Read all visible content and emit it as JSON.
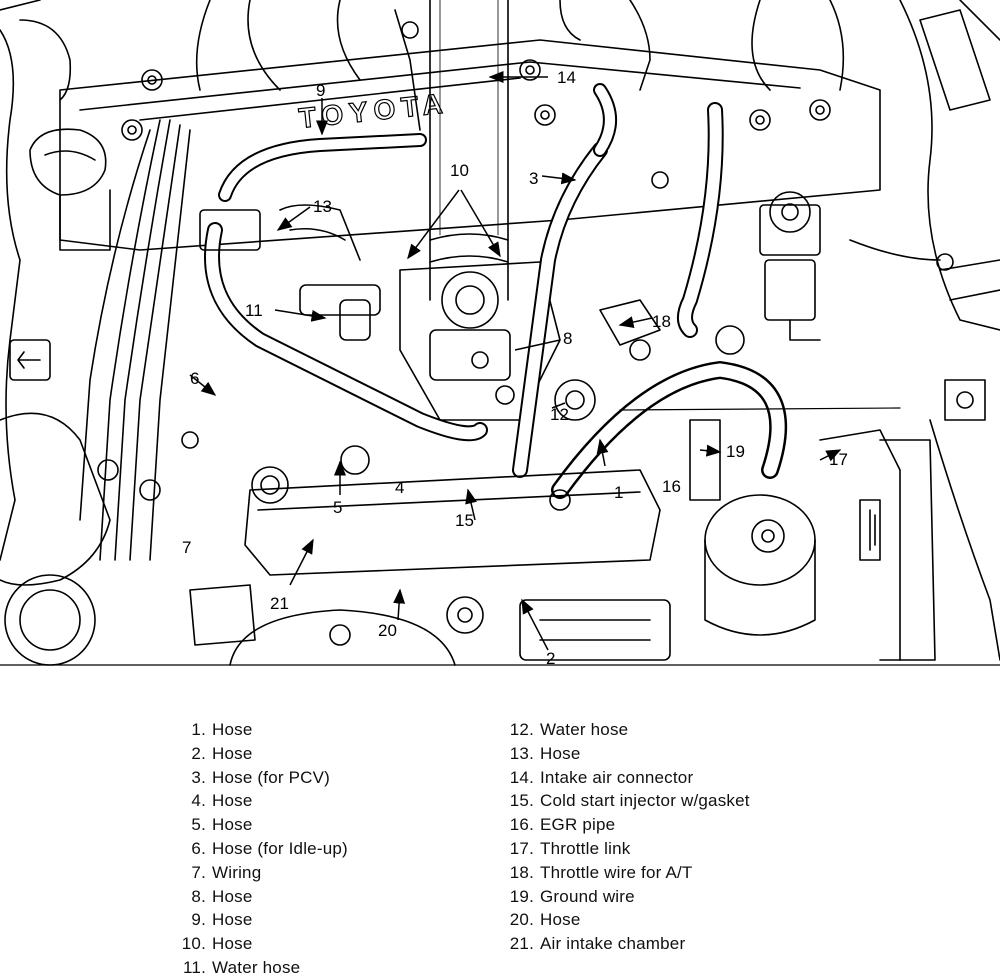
{
  "diagram": {
    "callouts": [
      {
        "id": "c1",
        "text": "1"
      },
      {
        "id": "c2",
        "text": "2"
      },
      {
        "id": "c3",
        "text": "3"
      },
      {
        "id": "c4",
        "text": "4"
      },
      {
        "id": "c5",
        "text": "5"
      },
      {
        "id": "c6",
        "text": "6"
      },
      {
        "id": "c7",
        "text": "7"
      },
      {
        "id": "c8",
        "text": "8"
      },
      {
        "id": "c9",
        "text": "9"
      },
      {
        "id": "c10",
        "text": "10"
      },
      {
        "id": "c11",
        "text": "11"
      },
      {
        "id": "c12",
        "text": "12"
      },
      {
        "id": "c13",
        "text": "13"
      },
      {
        "id": "c14",
        "text": "14"
      },
      {
        "id": "c15",
        "text": "15"
      },
      {
        "id": "c16",
        "text": "16"
      },
      {
        "id": "c17",
        "text": "17"
      },
      {
        "id": "c18",
        "text": "18"
      },
      {
        "id": "c19",
        "text": "19"
      },
      {
        "id": "c20",
        "text": "20"
      },
      {
        "id": "c21",
        "text": "21"
      }
    ],
    "cover_lettering": "TOYOTA"
  },
  "legend": {
    "left": [
      {
        "num": "1.",
        "label": "Hose"
      },
      {
        "num": "2.",
        "label": "Hose"
      },
      {
        "num": "3.",
        "label": "Hose (for PCV)"
      },
      {
        "num": "4.",
        "label": "Hose"
      },
      {
        "num": "5.",
        "label": "Hose"
      },
      {
        "num": "6.",
        "label": "Hose (for Idle-up)"
      },
      {
        "num": "7.",
        "label": "Wiring"
      },
      {
        "num": "8.",
        "label": "Hose"
      },
      {
        "num": "9.",
        "label": "Hose"
      },
      {
        "num": "10.",
        "label": "Hose"
      },
      {
        "num": "11.",
        "label": "Water hose"
      }
    ],
    "right": [
      {
        "num": "12.",
        "label": "Water hose"
      },
      {
        "num": "13.",
        "label": "Hose"
      },
      {
        "num": "14.",
        "label": "Intake air connector"
      },
      {
        "num": "15.",
        "label": "Cold start injector w/gasket"
      },
      {
        "num": "16.",
        "label": "EGR pipe"
      },
      {
        "num": "17.",
        "label": "Throttle link"
      },
      {
        "num": "18.",
        "label": "Throttle wire for A/T"
      },
      {
        "num": "19.",
        "label": "Ground wire"
      },
      {
        "num": "20.",
        "label": "Hose"
      },
      {
        "num": "21.",
        "label": "Air intake chamber"
      }
    ]
  }
}
